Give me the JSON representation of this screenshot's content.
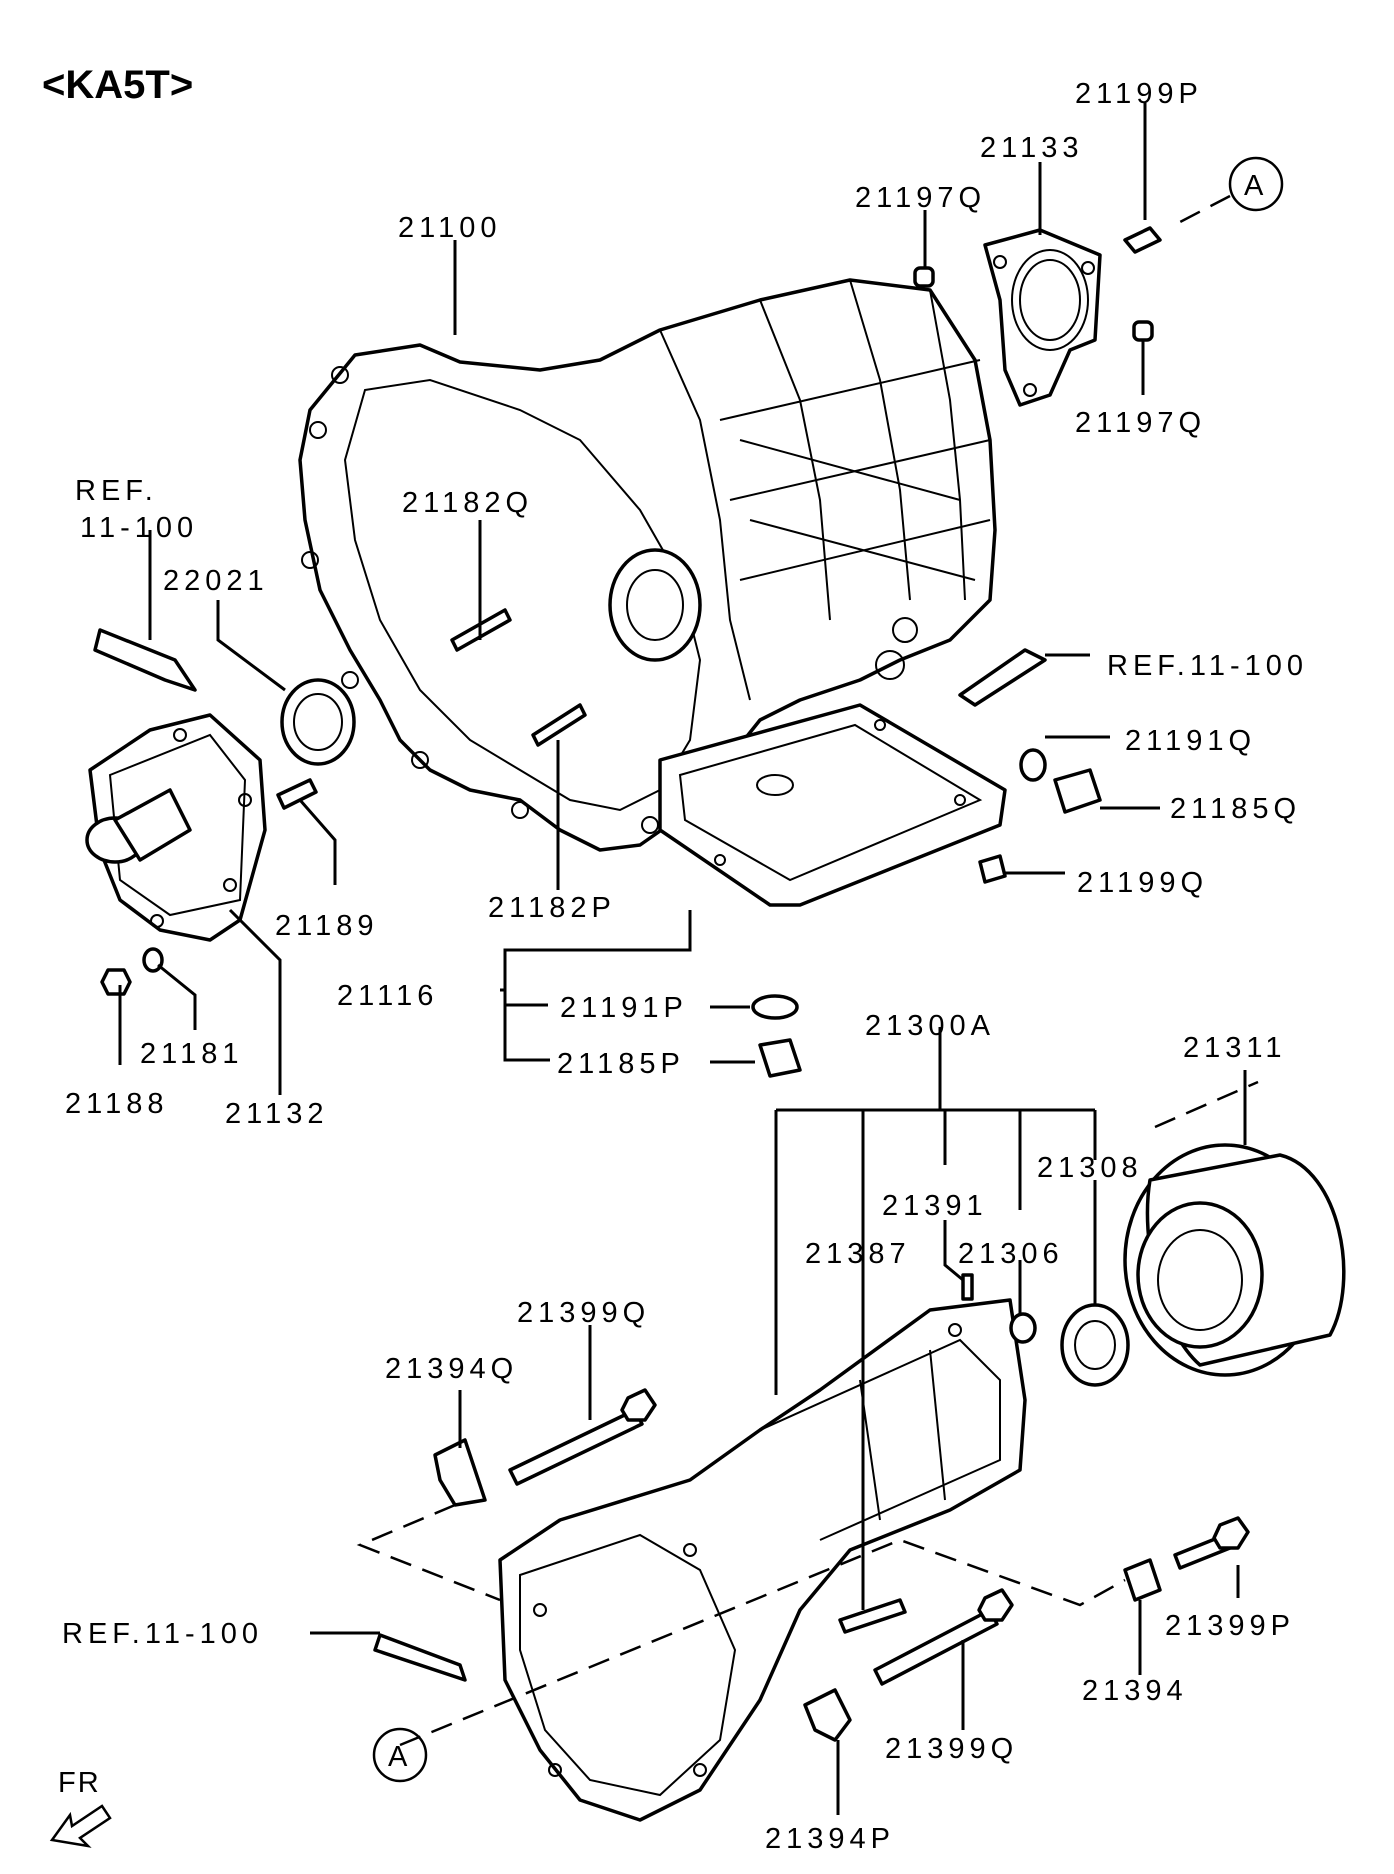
{
  "title": "<KA5T>",
  "callouts": {
    "a_top": "A",
    "a_bottom": "A"
  },
  "direction": "FR",
  "labels": {
    "p21199P_top": "21199P",
    "p21133": "21133",
    "p21197Q_top": "21197Q",
    "p21100": "21100",
    "p21197Q_bottom": "21197Q",
    "ref_left_1": "REF.",
    "ref_left_2": "11-100",
    "p21182Q": "21182Q",
    "p22021": "22021",
    "ref_right": "REF.11-100",
    "p21191Q": "21191Q",
    "p21185Q": "21185Q",
    "p21199Q_mid": "21199Q",
    "p21189": "21189",
    "p21182P": "21182P",
    "p21116": "21116",
    "p21191P": "21191P",
    "p21185P": "21185P",
    "p21181": "21181",
    "p21188": "21188",
    "p21132": "21132",
    "p21300A": "21300A",
    "p21311": "21311",
    "p21308": "21308",
    "p21391": "21391",
    "p21387": "21387",
    "p21306": "21306",
    "p21399Q_upper": "21399Q",
    "p21394Q": "21394Q",
    "ref_bottom": "REF.11-100",
    "p21399P_bottom": "21399P",
    "p21394": "21394",
    "p21399Q_lower": "21399Q",
    "p21394P": "21394P"
  }
}
